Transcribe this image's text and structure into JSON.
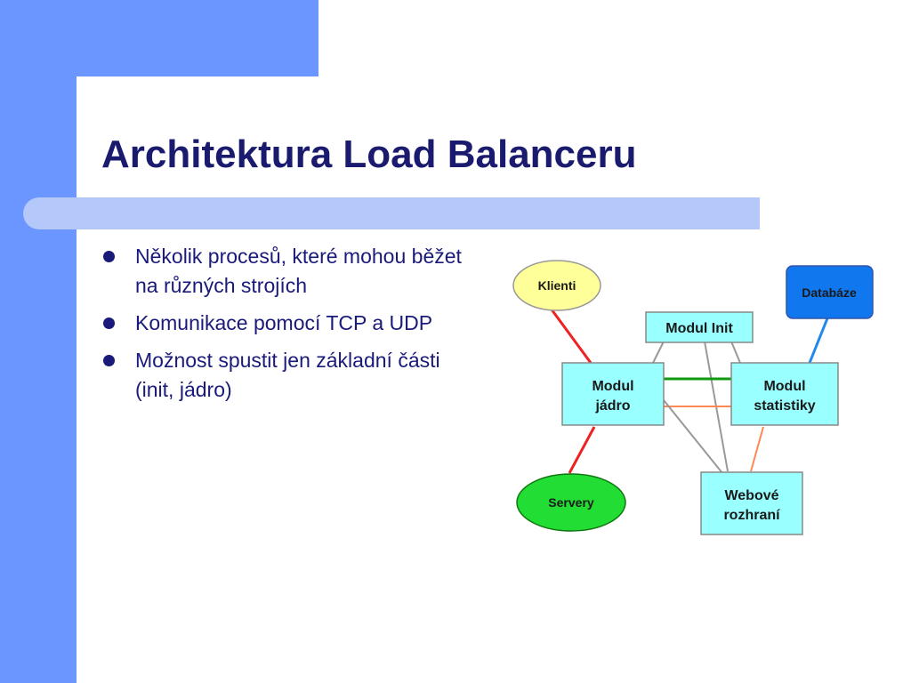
{
  "slide": {
    "title": "Architektura Load Balanceru",
    "bullets": [
      "Několik procesů, které mohou běžet na různých strojích",
      "Komunikace pomocí TCP a UDP",
      "Možnost spustit jen základní části (init, jádro)"
    ]
  },
  "diagram": {
    "nodes": {
      "klienti": "Klienti",
      "databaze": "Databáze",
      "modul_init": "Modul Init",
      "modul_jadro_1": "Modul",
      "modul_jadro_2": "jádro",
      "modul_statistiky_1": "Modul",
      "modul_statistiky_2": "statistiky",
      "servery": "Servery",
      "webove_1": "Webové",
      "webove_2": "rozhraní"
    },
    "colors": {
      "ellipse_klienti": "#ffff99",
      "ellipse_servery": "#22dd33",
      "box_cyan": "#99ffff",
      "box_databaze": "#1177ee",
      "edge_red": "#ee2222",
      "edge_green": "#119911",
      "edge_orange": "#ff8855",
      "edge_gray": "#999999",
      "edge_blue": "#2288ee"
    }
  }
}
